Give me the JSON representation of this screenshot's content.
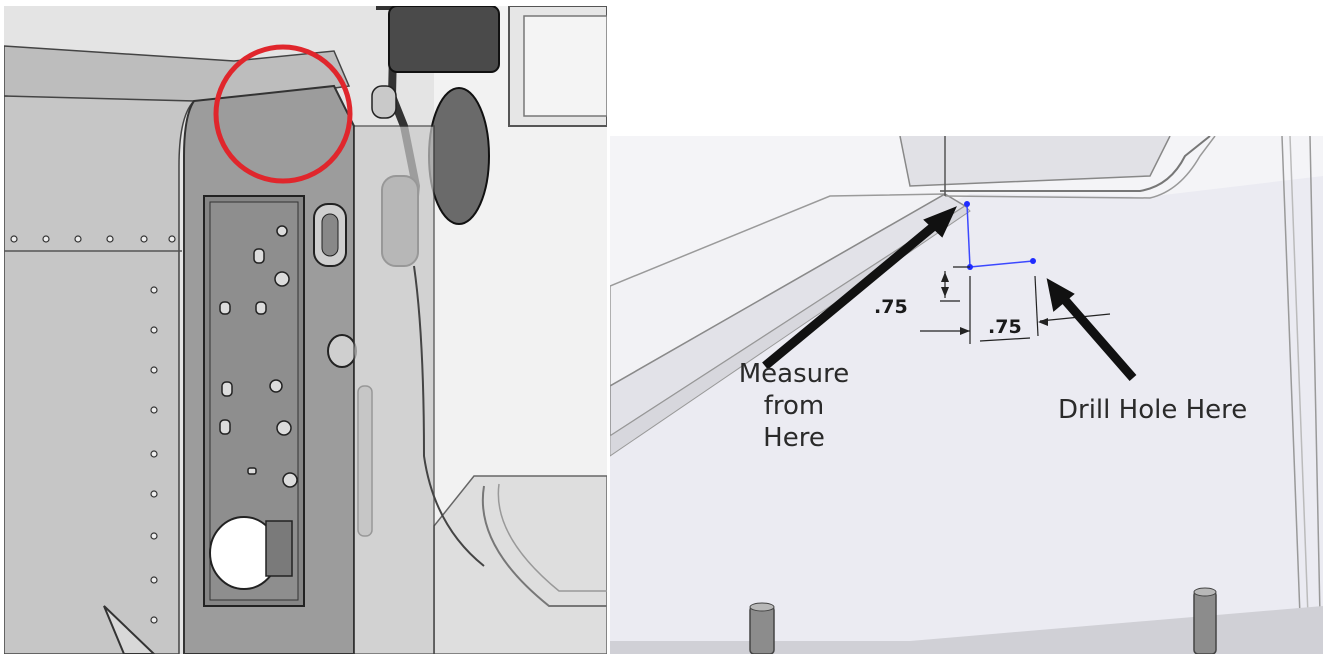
{
  "annotations": {
    "measure_from": [
      "Measure",
      "from",
      "Here"
    ],
    "drill_hole": "Drill Hole Here",
    "dim_vertical": ".75",
    "dim_horizontal": ".75"
  },
  "colors": {
    "highlight_circle": "#e0262c",
    "sketch_line": "#3b48ff",
    "arrow": "#111111"
  }
}
